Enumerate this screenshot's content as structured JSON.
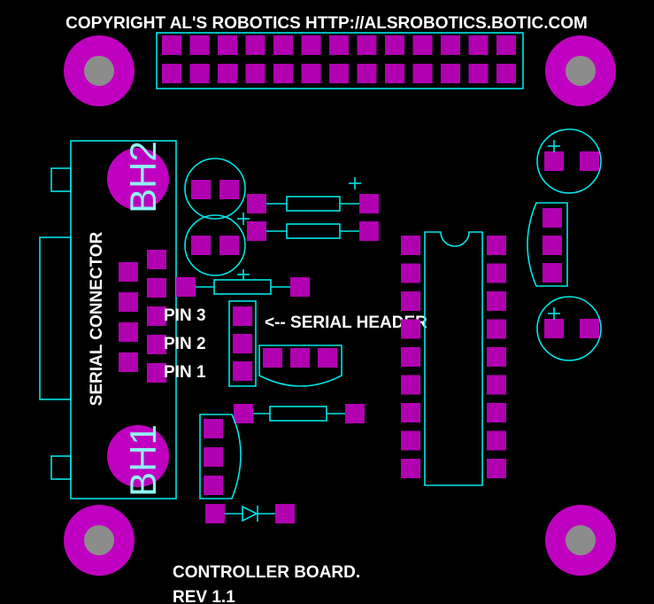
{
  "header": {
    "copyright": "COPYRIGHT AL'S ROBOTICS HTTP://ALSROBOTICS.BOTIC.COM"
  },
  "footer": {
    "title": "CONTROLLER BOARD.",
    "revision": "REV 1.1"
  },
  "labels": {
    "serial_connector": "SERIAL CONNECTOR",
    "bh1": "BH1",
    "bh2": "BH2",
    "pin3": "PIN 3",
    "pin2": "PIN 2",
    "pin1": "PIN 1",
    "serial_header": "<-- SERIAL HEADER"
  },
  "colors": {
    "background": "#000000",
    "silkscreen": "#00e5e5",
    "pad": "#b000b0",
    "drill": "#8c8c8c",
    "text": "#ffffff"
  }
}
